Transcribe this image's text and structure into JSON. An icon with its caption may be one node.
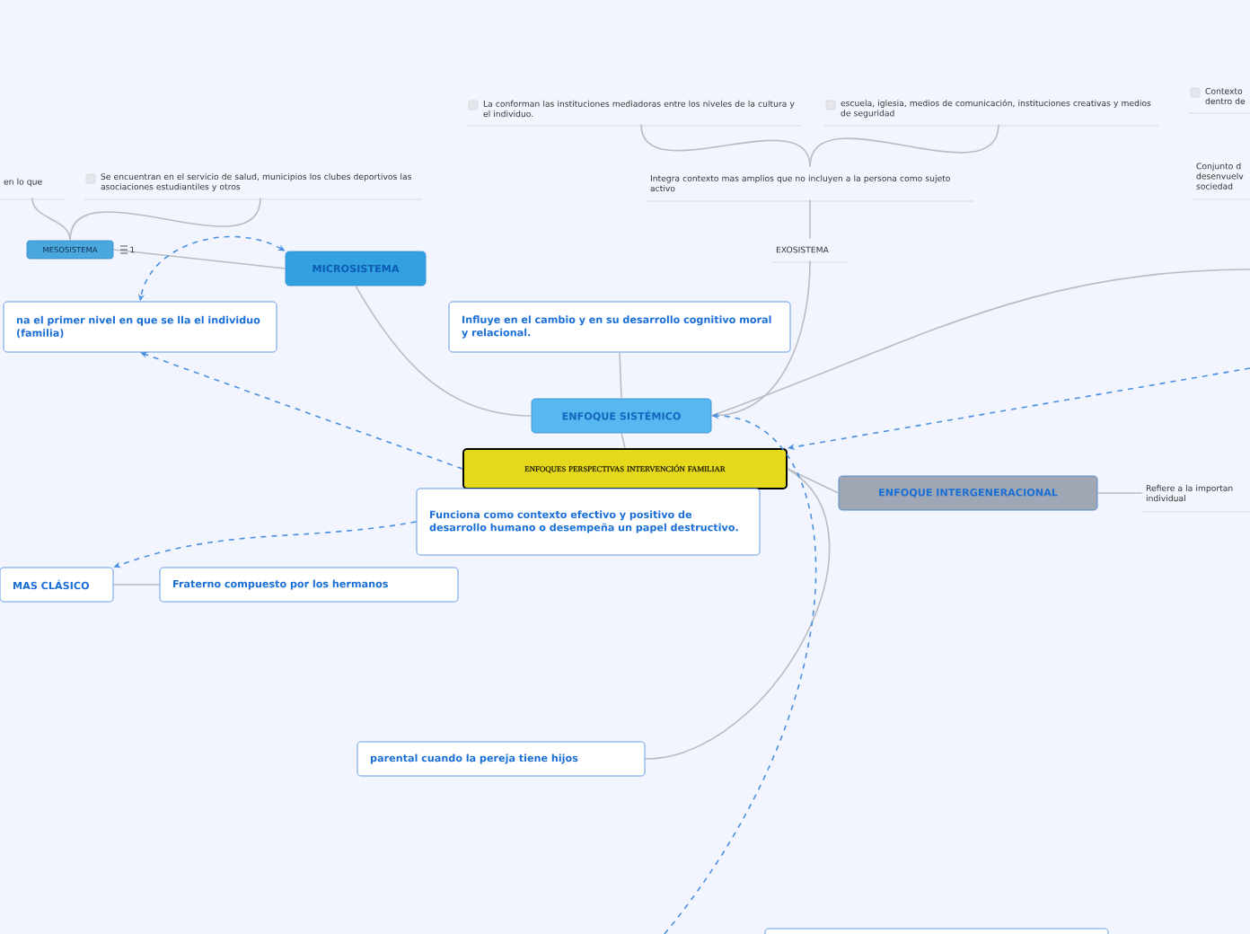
{
  "diagram": {
    "nodes": [
      {
        "text": [
          "ENFOQUES PERSPECTIVAS INTERVENCIÓN FAMILIAR"
        ]
      },
      {
        "text": [
          "ENFOQUE SISTÉMICO"
        ]
      },
      {
        "text": [
          "Influye en el cambio y en su desarrollo cognitivo moral y relacional."
        ]
      },
      {
        "text": [
          "MICROSISTEMA"
        ]
      },
      {
        "text": [
          "MESOSISTEMA"
        ]
      },
      {
        "text": [
          "na el primer nivel en que se lla el individuo (familia)"
        ]
      },
      {
        "text": [
          "EXOSISTEMA"
        ]
      },
      {
        "text": [
          "Integra contexto mas amplios que no incluyen a la persona como sujeto activo"
        ]
      },
      {
        "text": [
          "La conforman las instituciones mediadoras entre los niveles de la cultura y el individuo."
        ]
      },
      {
        "text": [
          "escuela, iglesia, medios de comunicación, instituciones creativas y medios de seguridad"
        ]
      },
      {
        "text": [
          "Contexto dentro de"
        ]
      },
      {
        "text": [
          "Conjunto d desenvuelv sociedad"
        ]
      },
      {
        "text": [
          "Se encuentran en el servicio de salud, municipios los clubes deportivos las asociaciones estudiantiles y otros"
        ]
      },
      {
        "text": [
          "en lo que"
        ]
      },
      {
        "text": [
          "Funciona como contexto efectivo y positivo de desarrollo humano o desempeña un papel destructivo."
        ]
      },
      {
        "text": [
          "Fraterno compuesto por los hermanos"
        ]
      },
      {
        "text": [
          "MAS CLÁSICO"
        ]
      },
      {
        "text": [
          "parental cuando la pereja tiene hijos"
        ]
      },
      {
        "text": [
          "ENFOQUE INTERGENERACIONAL"
        ]
      },
      {
        "text": [
          "Refiere a la importan individual"
        ]
      },
      {
        "text": [],
        "shape": "box"
      }
    ],
    "edges": [
      {
        "from": 0,
        "to": 1,
        "arrow": "none"
      },
      {
        "from": 1,
        "to": 2,
        "arrow": "none"
      },
      {
        "from": 1,
        "to": 3,
        "arrow": "none"
      },
      {
        "from": 3,
        "to": 4,
        "arrow": "none"
      },
      {
        "from": 4,
        "to": 12,
        "arrow": "none"
      },
      {
        "from": 4,
        "to": 13,
        "arrow": "none"
      },
      {
        "from": 1,
        "to": 6,
        "arrow": "none"
      },
      {
        "from": 6,
        "to": 7,
        "arrow": "none"
      },
      {
        "from": 7,
        "to": 8,
        "arrow": "none"
      },
      {
        "from": 7,
        "to": 9,
        "arrow": "none"
      },
      {
        "from": 1,
        "to": null,
        "arrow": "none"
      },
      {
        "from": 0,
        "to": 18,
        "arrow": "none"
      },
      {
        "from": 18,
        "to": 19,
        "arrow": "none"
      },
      {
        "from": 0,
        "to": 17,
        "arrow": "none"
      },
      {
        "from": 15,
        "to": 16,
        "arrow": "none"
      },
      {
        "from": 3,
        "to": 5,
        "arrow": "both",
        "style": "dashed",
        "color": "#4a90e2"
      },
      {
        "from": 0,
        "to": 5,
        "arrow": "to",
        "style": "dashed",
        "color": "#4a90e2"
      },
      {
        "from": 14,
        "to": 16,
        "arrow": "to",
        "style": "dashed",
        "color": "#4a90e2"
      },
      {
        "from": null,
        "to": 0,
        "arrow": "to",
        "style": "dashed",
        "color": "#4a90e2"
      },
      {
        "from": null,
        "to": 1,
        "arrow": "to",
        "style": "dashed",
        "color": "#4a90e2"
      }
    ],
    "labels": [
      "1"
    ]
  }
}
